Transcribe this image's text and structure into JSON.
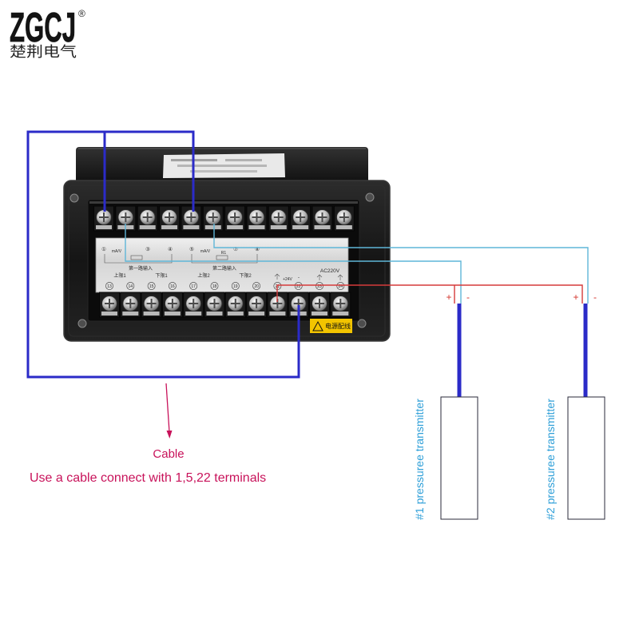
{
  "logo": {
    "brand": "ZGCJ",
    "registered_mark": "®",
    "company_name": "楚荆电气"
  },
  "controller": {
    "panel": {
      "input_labels": [
        "①",
        "mA/V",
        "③",
        "④",
        "⑤",
        "mA/V",
        "R1",
        "⑦",
        "⑧"
      ],
      "channel_1": "第一路输入",
      "channel_2": "第二路输入",
      "upper_limit_1": "上限1",
      "lower_limit_1": "下限1",
      "upper_limit_2": "上限2",
      "lower_limit_2": "下限2",
      "supply_plus": "+24V",
      "supply_minus": "-",
      "mains": "AC220V",
      "terminal_numbers": [
        "13",
        "14",
        "15",
        "16",
        "17",
        "18",
        "19",
        "20",
        "21",
        "22",
        "23",
        "24"
      ]
    },
    "warning_label": "电源配线"
  },
  "cable_note": {
    "title": "Cable",
    "text": "Use a cable connect with 1,5,22 terminals"
  },
  "transmitters": [
    {
      "label": "#1 pressuree transmitter",
      "plus": "+",
      "minus": "-"
    },
    {
      "label": "#2 pressuree transmitter",
      "plus": "+",
      "minus": "-"
    }
  ],
  "colors": {
    "cable": "#2b2bc8",
    "signal_wire": "#5fb6d8",
    "power_wire": "#d63a3a",
    "polarity": "#d4352c",
    "annotation": "#c8125a",
    "transmitter_label": "#2e9fd8",
    "warning_yellow": "#f2c400"
  }
}
